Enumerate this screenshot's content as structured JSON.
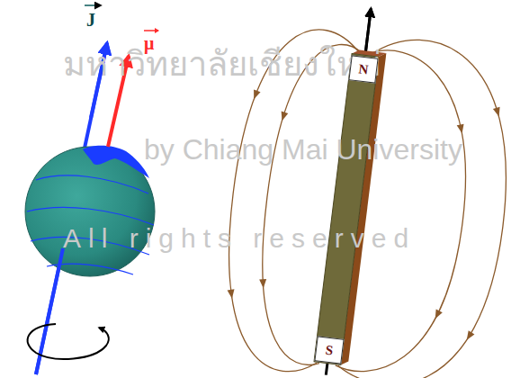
{
  "diagram": {
    "nodes": [
      {
        "text": [
          "N"
        ]
      },
      {
        "text": [
          "S"
        ]
      }
    ],
    "labels": [
      "J",
      "μ",
      "มหาวิทยาลัยเชียงใหม่",
      "by Chiang Mai University",
      "All rights reserved"
    ]
  }
}
